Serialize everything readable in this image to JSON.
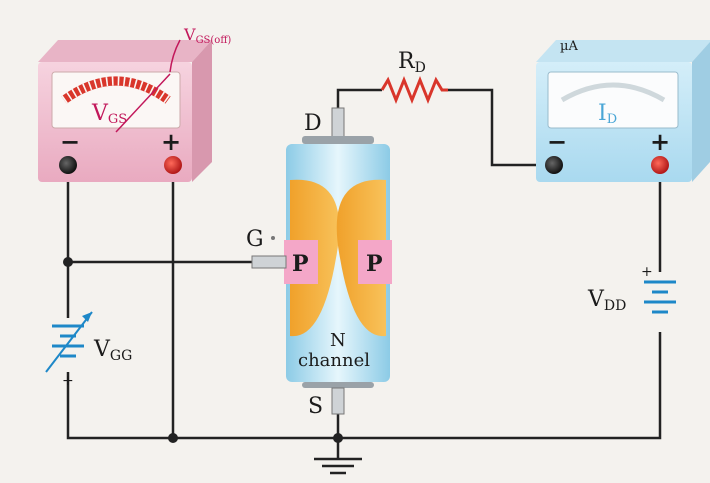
{
  "meter_vgs": {
    "label_main": "V",
    "label_sub": "GS",
    "arc_label_main": "V",
    "arc_label_sub": "GS(off)"
  },
  "meter_id": {
    "range_label": "µA",
    "label_main": "I",
    "label_sub": "D"
  },
  "jfet": {
    "drain": "D",
    "source": "S",
    "gate": "G",
    "p_left": "P",
    "p_right": "P",
    "n_label": "N",
    "channel_label": "channel"
  },
  "resistor": {
    "label_main": "R",
    "label_sub": "D"
  },
  "battery_vdd": {
    "label_main": "V",
    "label_sub": "DD"
  },
  "battery_vgg": {
    "label_main": "V",
    "label_sub": "GG"
  },
  "terminals": {
    "minus": "−",
    "plus": "+"
  },
  "colors": {
    "wire": "#222222",
    "meter_pink": "#f2c2d3",
    "meter_blue": "#bfe3f3",
    "body_blue": "#9fd6ee",
    "p_region": "#f7b23a",
    "p_label_bg": "#f4a7c8",
    "red_terminal": "#d72a2a",
    "scale_red": "#d9362b",
    "label_magenta": "#c2185b"
  }
}
